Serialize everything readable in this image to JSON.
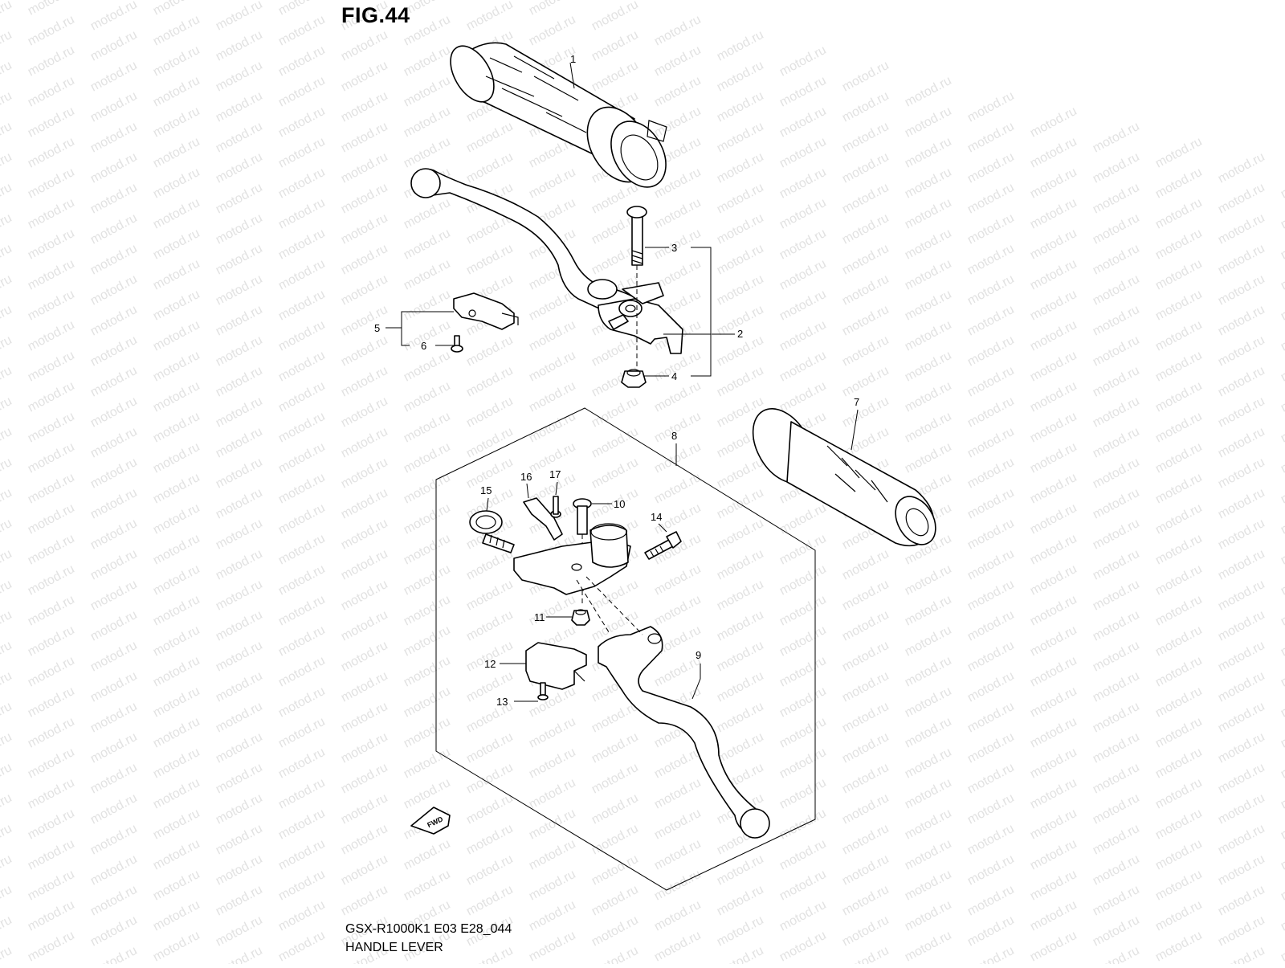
{
  "figure": {
    "title": "FIG.44",
    "model_code": "GSX-R1000K1 E03 E28_044",
    "name": "HANDLE LEVER"
  },
  "watermark": {
    "text": "motod.ru"
  },
  "fwd_marker": {
    "text": "FWD"
  },
  "callouts": [
    {
      "part": "throttle-grip",
      "label": "1"
    },
    {
      "part": "brake-lever-holder",
      "label": "2"
    },
    {
      "part": "pivot-bolt-upper",
      "label": "3"
    },
    {
      "part": "pivot-nut-upper",
      "label": "4"
    },
    {
      "part": "front-brake-switch",
      "label": "5"
    },
    {
      "part": "switch-screw-upper",
      "label": "6"
    },
    {
      "part": "left-grip",
      "label": "7"
    },
    {
      "part": "clutch-lever-assembly",
      "label": "8"
    },
    {
      "part": "clutch-lever",
      "label": "9"
    },
    {
      "part": "pivot-bolt-lower",
      "label": "10"
    },
    {
      "part": "pivot-nut-lower",
      "label": "11"
    },
    {
      "part": "clutch-switch",
      "label": "12"
    },
    {
      "part": "switch-screw-lower",
      "label": "13"
    },
    {
      "part": "clamp-bolt",
      "label": "14"
    },
    {
      "part": "adjuster",
      "label": "15"
    },
    {
      "part": "spring-clip",
      "label": "16"
    },
    {
      "part": "clip-screw",
      "label": "17"
    }
  ]
}
